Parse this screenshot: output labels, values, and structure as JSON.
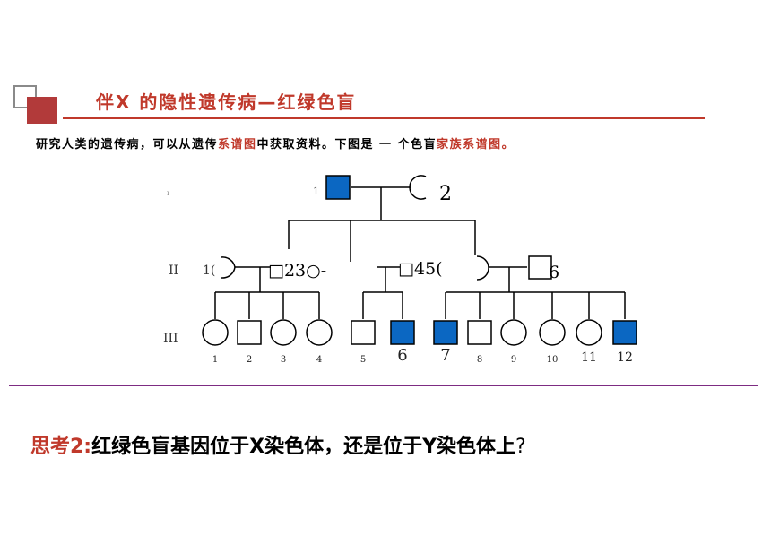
{
  "header": {
    "title": "伴X 的隐性遗传病—红绿色盲",
    "accent": "#c0392b"
  },
  "intro": {
    "part1": "研究人类的遗传病，可以从遗传",
    "hl1": "系谱图",
    "part2": "中获取资料。下图是 一 个色盲",
    "hl2": "家族系谱图。"
  },
  "pedigree": {
    "affected_color": "#0b67c2",
    "generation_labels": [
      "II",
      "III"
    ],
    "gen1_labels": [
      "1",
      "2"
    ],
    "gen2_text": [
      "1(",
      "□23○-",
      "□45(",
      "6"
    ],
    "gen3_labels": [
      "1",
      "2",
      "3",
      "4",
      "5",
      "6",
      "7",
      "8",
      "9",
      "10",
      "11",
      "12"
    ]
  },
  "question": {
    "tag": "思考2:",
    "body": "红绿色盲基因位于X染色体，还是位于Y染色体上",
    "mark": "?"
  }
}
